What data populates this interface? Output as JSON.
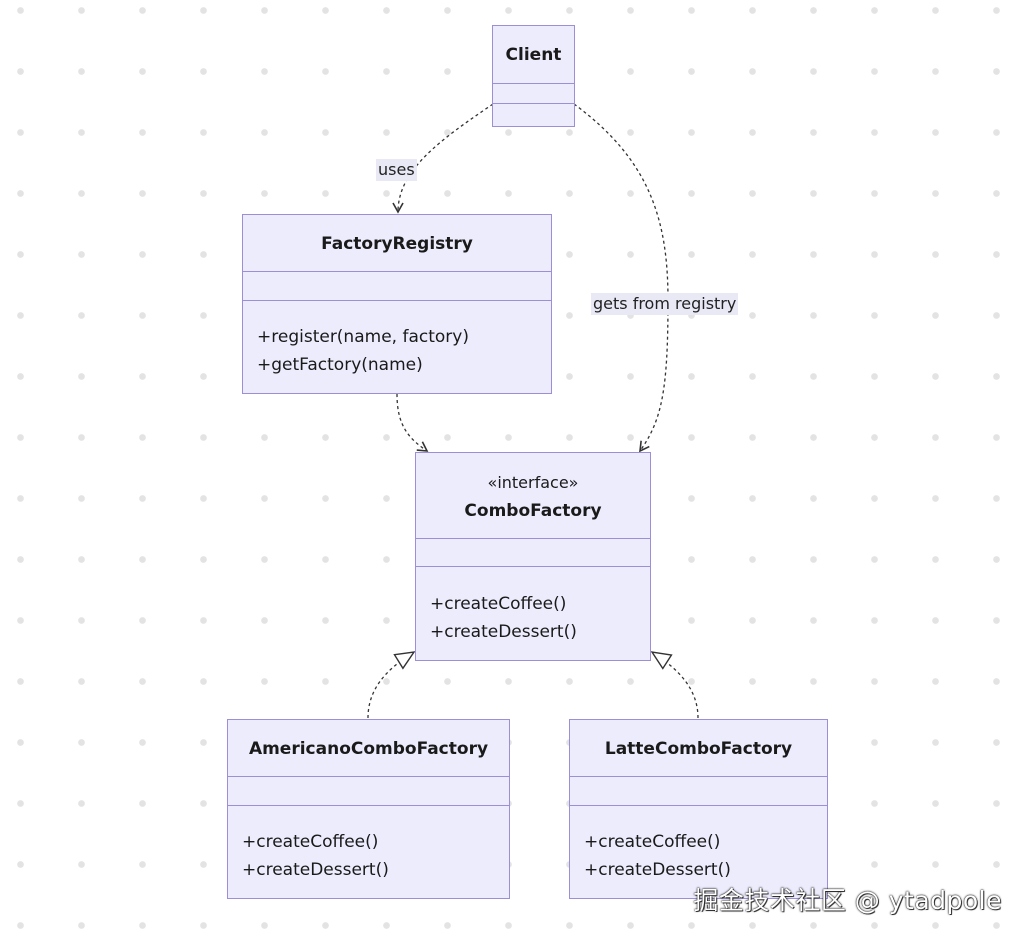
{
  "diagram": {
    "classes": {
      "client": {
        "name": "Client"
      },
      "factory_registry": {
        "name": "FactoryRegistry",
        "methods": [
          "+register(name, factory)",
          "+getFactory(name)"
        ]
      },
      "combo_factory": {
        "stereotype": "«interface»",
        "name": "ComboFactory",
        "methods": [
          "+createCoffee()",
          "+createDessert()"
        ]
      },
      "americano_combo_factory": {
        "name": "AmericanoComboFactory",
        "methods": [
          "+createCoffee()",
          "+createDessert()"
        ]
      },
      "latte_combo_factory": {
        "name": "LatteComboFactory",
        "methods": [
          "+createCoffee()",
          "+createDessert()"
        ]
      }
    },
    "relations": [
      {
        "from": "Client",
        "to": "FactoryRegistry",
        "type": "dependency",
        "label": "uses"
      },
      {
        "from": "Client",
        "to": "ComboFactory",
        "type": "dependency",
        "label": "gets from registry"
      },
      {
        "from": "FactoryRegistry",
        "to": "ComboFactory",
        "type": "dependency",
        "label": ""
      },
      {
        "from": "AmericanoComboFactory",
        "to": "ComboFactory",
        "type": "realization",
        "label": ""
      },
      {
        "from": "LatteComboFactory",
        "to": "ComboFactory",
        "type": "realization",
        "label": ""
      }
    ],
    "colors": {
      "node_fill": "#ececfd",
      "node_border": "#9d8fd6",
      "edge": "#333333"
    }
  },
  "watermark": "掘金技术社区 @ ytadpole"
}
